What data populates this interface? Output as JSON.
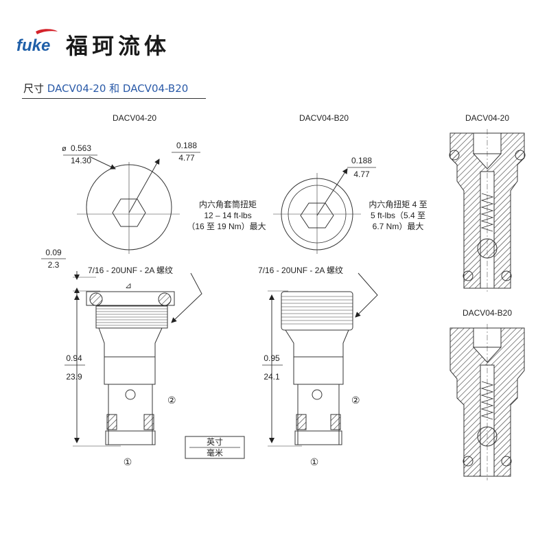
{
  "header": {
    "logo_text": "fuke",
    "brand_name": "福珂流体",
    "section_prefix": "尺寸 ",
    "section_models": "DACV04-20 和 DACV04-B20"
  },
  "colors": {
    "accent": "#2a5aa8",
    "logo_blue": "#1f5fa8",
    "logo_red": "#d4232b",
    "line": "#333333"
  },
  "views": {
    "left": {
      "model": "DACV04-20",
      "dia_in": "0.563",
      "dia_mm": "14.30",
      "dia_symbol": "ø",
      "hex_in": "0.188",
      "hex_mm": "4.77",
      "torque": [
        "内六角套筒扭矩",
        "12 – 14 ft-lbs",
        "（16 至 19 Nm）最大"
      ],
      "shoulder_in": "0.09",
      "shoulder_mm": "2.3",
      "thread": "7/16 - 20UNF - 2A 螺纹",
      "length_in": "0.94",
      "length_mm": "23.9",
      "port_1": "①",
      "port_2": "②"
    },
    "middle": {
      "model": "DACV04-B20",
      "hex_in": "0.188",
      "hex_mm": "4.77",
      "torque": [
        "内六角扭矩 4 至",
        "5 ft-lbs（5.4 至",
        "6.7 Nm）最大"
      ],
      "thread": "7/16 - 20UNF - 2A 螺纹",
      "length_in": "0.95",
      "length_mm": "24.1",
      "port_1": "①",
      "port_2": "②"
    },
    "right_top": {
      "model": "DACV04-20"
    },
    "right_bottom": {
      "model": "DACV04-B20"
    }
  },
  "legend": {
    "inch": "英寸",
    "mm": "毫米"
  }
}
